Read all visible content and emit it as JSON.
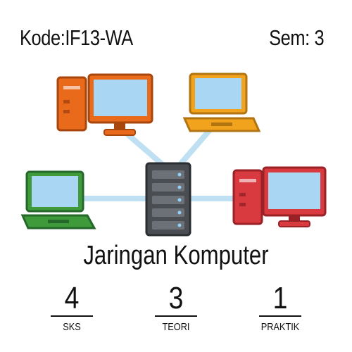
{
  "header": {
    "kode": "Kode:IF13-WA",
    "semester": "Sem: 3"
  },
  "course_title": "Jaringan Komputer",
  "stats": [
    {
      "value": "4",
      "label": "SKS"
    },
    {
      "value": "3",
      "label": "TEORI"
    },
    {
      "value": "1",
      "label": "PRAKTIK"
    }
  ],
  "colors": {
    "link": "#bfe0f2",
    "server": "#4a4d52",
    "screen": "#a9d7f3",
    "orange": "#ea6a1c",
    "amber": "#f2a31e",
    "green": "#3f9b3a",
    "red": "#d93a3f"
  },
  "icons": [
    "desktop-computer-icon",
    "laptop-icon",
    "server-icon"
  ]
}
